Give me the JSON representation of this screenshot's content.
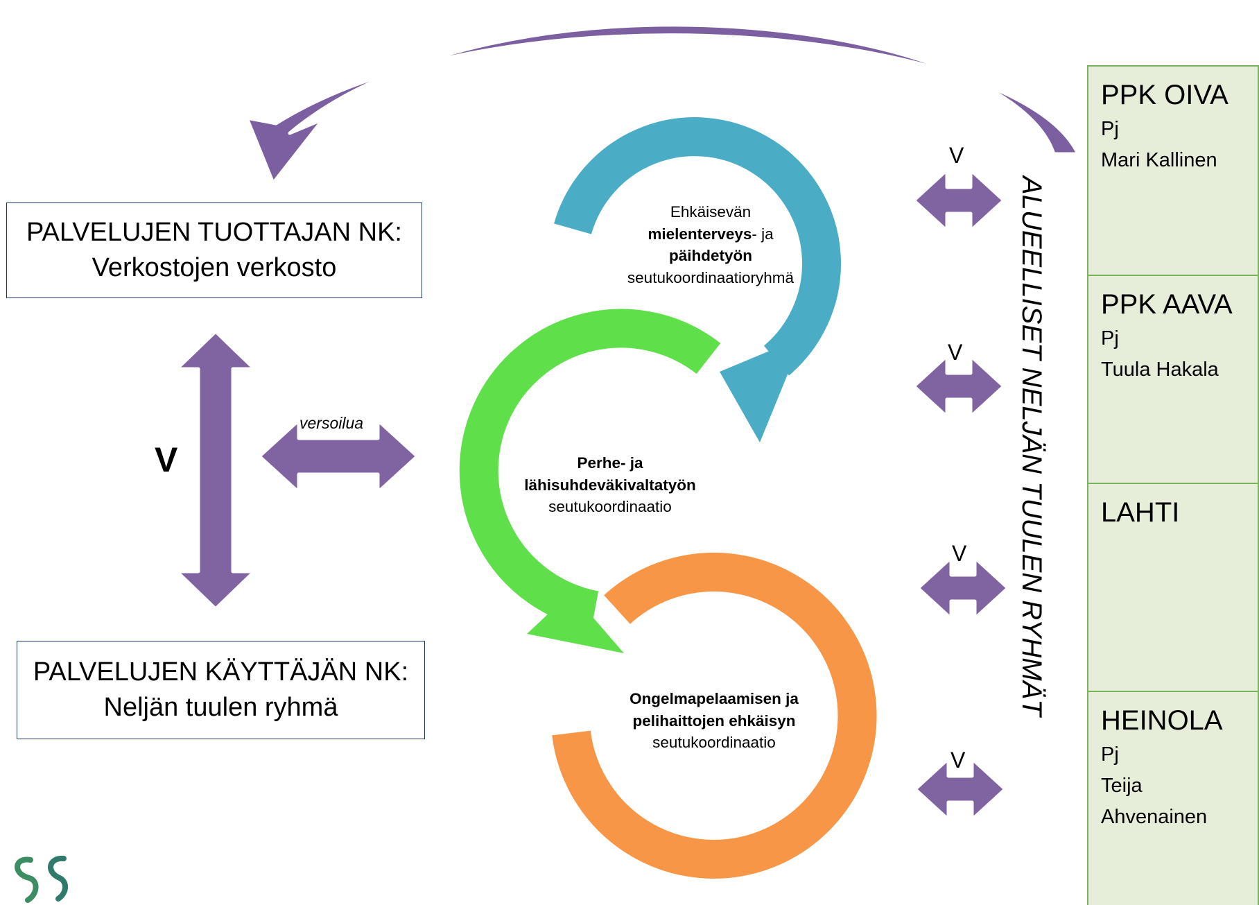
{
  "colors": {
    "purple": "#8064a2",
    "purple_dark": "#5f4b80",
    "blue_ring": "#4bacc6",
    "green_ring": "#5fe04a",
    "orange_ring": "#f79646",
    "region_fill": "#e6eed9",
    "region_border": "#7bb35c",
    "box_border": "#1f3864"
  },
  "boxes": {
    "tuottaja": {
      "line1": "PALVELUJEN TUOTTAJAN NK:",
      "line2": "Verkostojen verkosto"
    },
    "kayttaja": {
      "line1": "PALVELUJEN KÄYTTÄJÄN NK:",
      "line2": "Neljän tuulen ryhmä"
    }
  },
  "arrows": {
    "big_v": "V",
    "versoilua": "versoilua",
    "v_labels": [
      "V",
      "V",
      "V",
      "V"
    ]
  },
  "cycles": {
    "mielenterveys": {
      "line1": "Ehkäisevän",
      "line2_bold": "mielenterveys",
      "line2_rest": "- ja",
      "line3_bold": "päihdetyön",
      "line4": "seutukoordinaatioryhmä"
    },
    "perhe": {
      "line1_bold": "Perhe- ja",
      "line2_bold": "lähisuhdeväkivaltatyön",
      "line3": "seutukoordinaatio"
    },
    "ongelma": {
      "line1_bold": "Ongelmapelaamisen ja",
      "line2_bold": "pelihaittojen ehkäisyn",
      "line3": "seutukoordinaatio"
    }
  },
  "vertical_title": "ALUEELLISET NELJÄN TUULEN RYHMÄT",
  "regions": [
    {
      "name": "PPK OIVA",
      "role": "Pj",
      "person": [
        "Mari Kallinen"
      ]
    },
    {
      "name": "PPK AAVA",
      "role": "Pj",
      "person": [
        "Tuula Hakala"
      ]
    },
    {
      "name": "LAHTI",
      "role": "",
      "person": []
    },
    {
      "name": "HEINOLA",
      "role": "Pj",
      "person": [
        "Teija",
        "Ahvenainen"
      ]
    }
  ]
}
